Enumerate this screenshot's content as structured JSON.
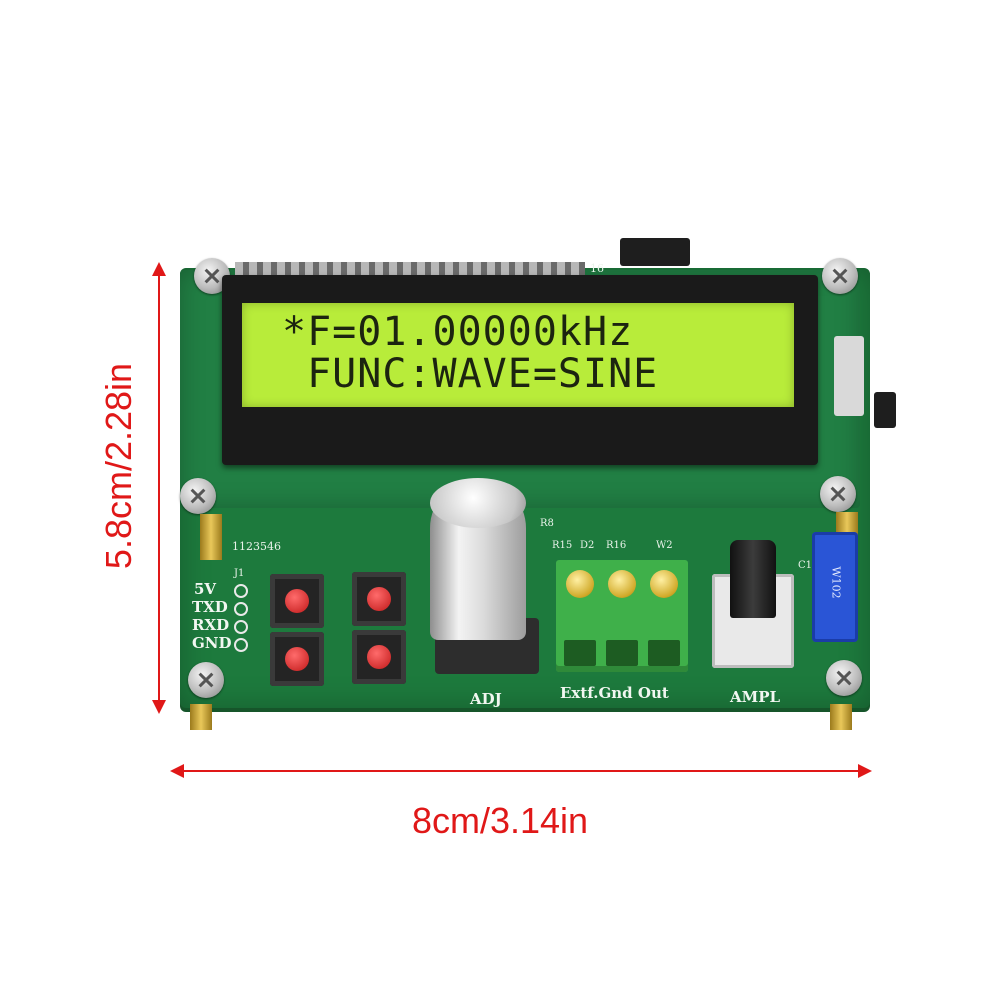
{
  "dimensions": {
    "height_label": "5.8cm/2.28in",
    "width_label": "8cm/3.14in",
    "accent_color": "#e01818"
  },
  "lcd": {
    "line1": "*F=01.00000kHz",
    "line2": " FUNC:WAVE=SINE",
    "backlight_color": "#b8ec3a"
  },
  "silkscreen": {
    "header_end": "16",
    "board_code": "1123546",
    "j1": "J1",
    "pins": [
      "5V",
      "TXD",
      "RXD",
      "GND"
    ],
    "refs": [
      "R15",
      "D2",
      "R16",
      "R8",
      "W2",
      "C1"
    ],
    "adj": "ADJ",
    "terminal_label": "Extf.Gnd Out",
    "ampl": "AMPL",
    "trim_code": "W102"
  },
  "icons": [
    "screw",
    "push-button",
    "rotary-knob",
    "screw-terminal",
    "potentiometer",
    "trimmer"
  ]
}
